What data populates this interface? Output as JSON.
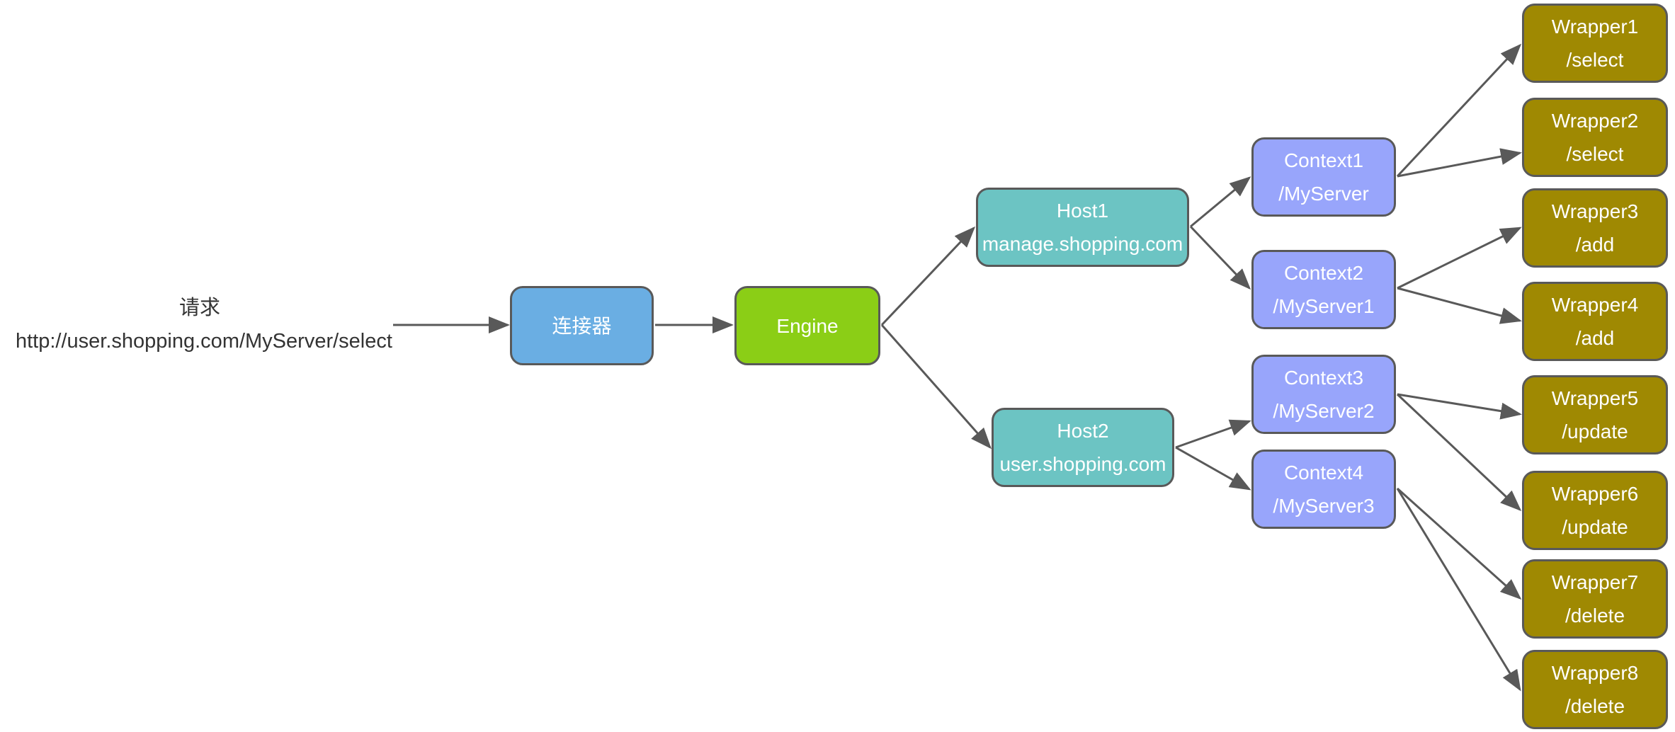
{
  "request": {
    "title": "请求",
    "url": "http://user.shopping.com/MyServer/select"
  },
  "connector": {
    "label": "连接器"
  },
  "engine": {
    "label": "Engine"
  },
  "hosts": [
    {
      "name": "Host1",
      "domain": "manage.shopping.com"
    },
    {
      "name": "Host2",
      "domain": "user.shopping.com"
    }
  ],
  "contexts": [
    {
      "name": "Context1",
      "path": "/MyServer"
    },
    {
      "name": "Context2",
      "path": "/MyServer1"
    },
    {
      "name": "Context3",
      "path": "/MyServer2"
    },
    {
      "name": "Context4",
      "path": "/MyServer3"
    }
  ],
  "wrappers": [
    {
      "name": "Wrapper1",
      "path": "/select"
    },
    {
      "name": "Wrapper2",
      "path": "/select"
    },
    {
      "name": "Wrapper3",
      "path": "/add"
    },
    {
      "name": "Wrapper4",
      "path": "/add"
    },
    {
      "name": "Wrapper5",
      "path": "/update"
    },
    {
      "name": "Wrapper6",
      "path": "/update"
    },
    {
      "name": "Wrapper7",
      "path": "/delete"
    },
    {
      "name": "Wrapper8",
      "path": "/delete"
    }
  ],
  "colors": {
    "connector": "#6aaee3",
    "engine": "#8bce16",
    "host": "#6cc4c3",
    "context": "#98a5fb",
    "wrapper": "#9f8902",
    "stroke": "#595959"
  }
}
